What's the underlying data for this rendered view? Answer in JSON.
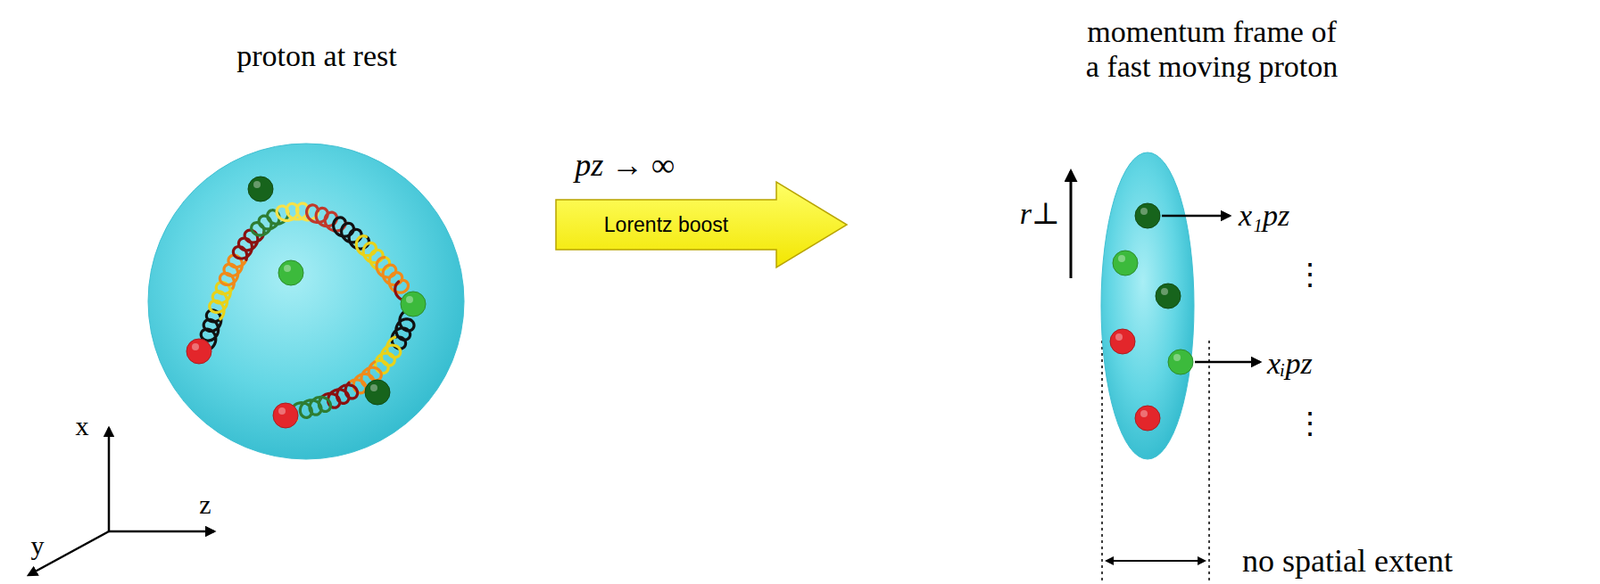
{
  "diagram": {
    "nodes": [
      {
        "text": [
          "proton at rest"
        ]
      },
      {
        "text": [
          "Lorentz boost"
        ]
      },
      {
        "text": [
          "momentum frame of a fast moving proton"
        ]
      }
    ],
    "labels": [
      "pz → ∞",
      "x",
      "z",
      "y",
      "r⊥",
      "x₁pz",
      "⋮",
      "xᵢpz",
      "⋮",
      "no spatial extent"
    ]
  }
}
